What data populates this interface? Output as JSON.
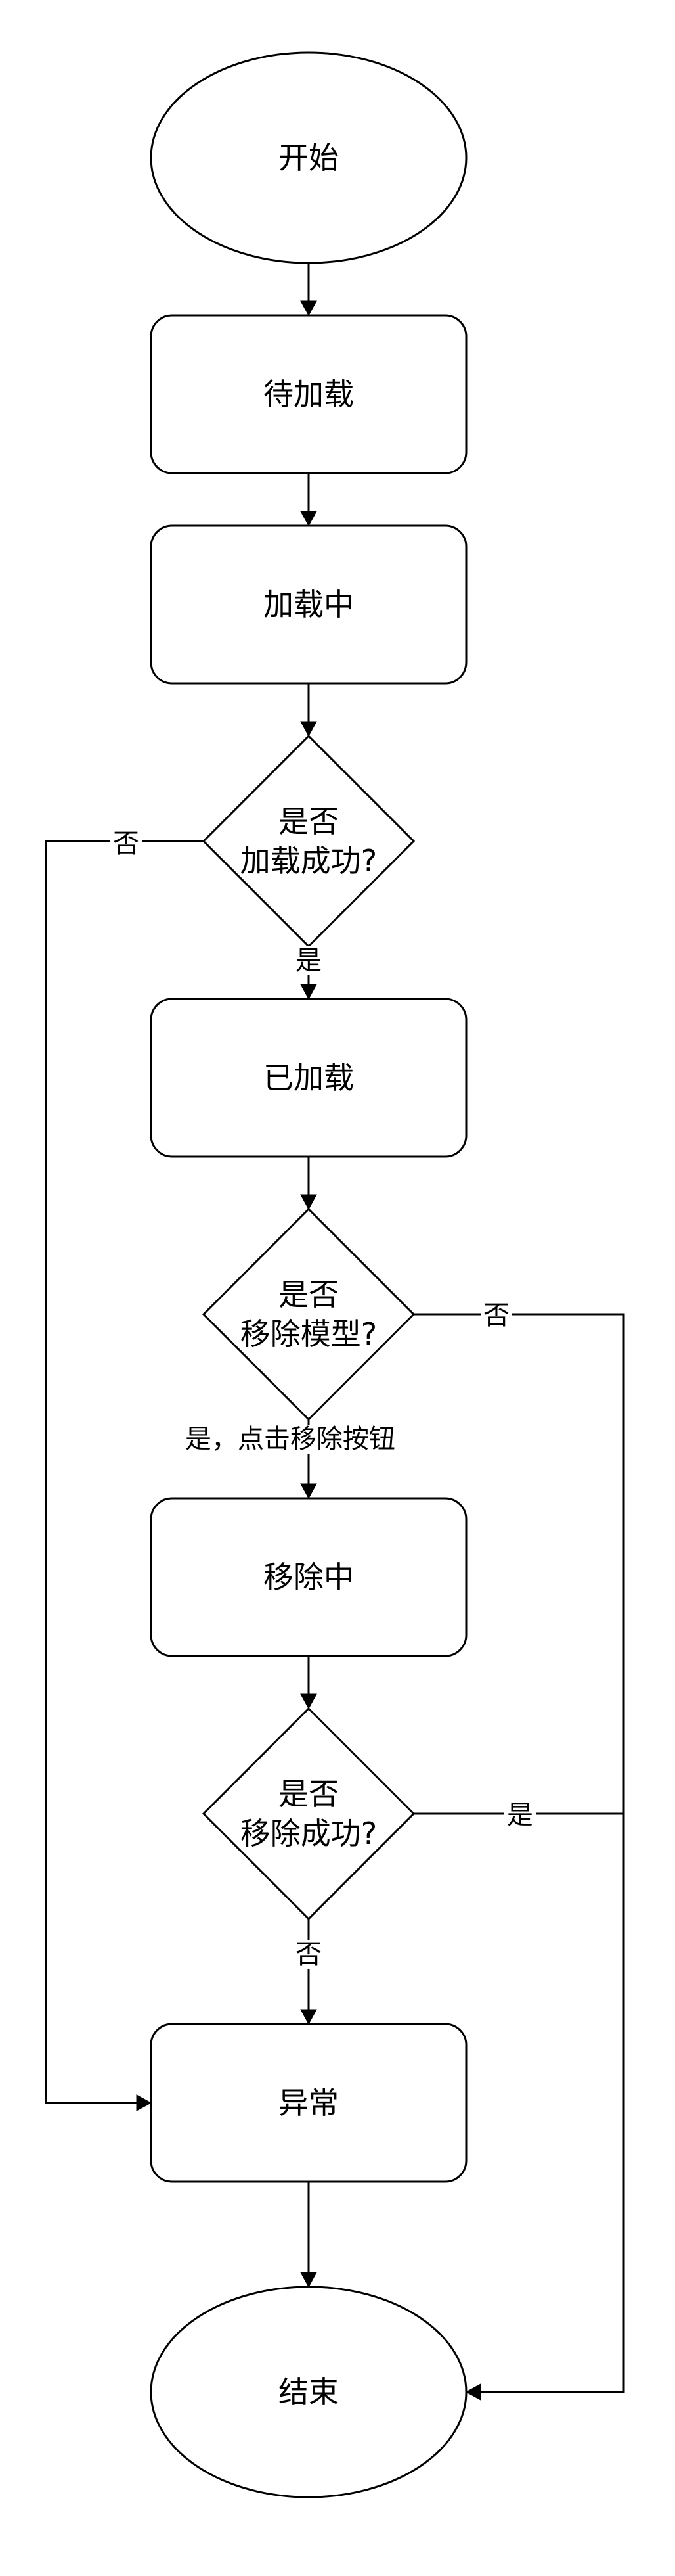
{
  "nodes": {
    "start": "开始",
    "pending": "待加载",
    "loading": "加载中",
    "decision_load": [
      "是否",
      "加载成功?"
    ],
    "loaded": "已加载",
    "decision_remove": [
      "是否",
      "移除模型?"
    ],
    "removing": "移除中",
    "decision_remove_ok": [
      "是否",
      "移除成功?"
    ],
    "error": "异常",
    "end": "结束"
  },
  "edges": {
    "load_no": "否",
    "load_yes": "是",
    "remove_no": "否",
    "remove_yes_click": "是，点击移除按钮",
    "remove_ok_yes": "是",
    "remove_ok_no": "否"
  }
}
